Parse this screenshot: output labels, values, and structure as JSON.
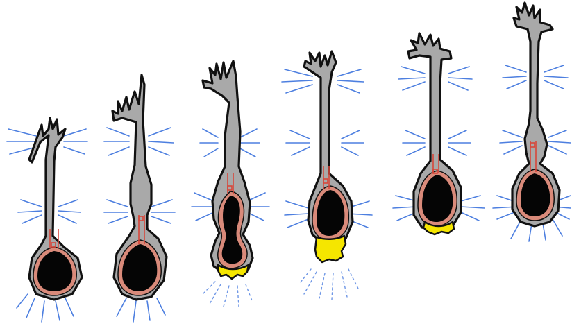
{
  "diagram": {
    "stage_count": 6,
    "colors": {
      "cell_body": "#a9a9a9",
      "outline": "#111111",
      "membrane": "#d98a7a",
      "core": "#050505",
      "extrusion": "#f5e600",
      "rays": "#4d7fe0",
      "red_marks": "#d8463a"
    },
    "stages": [
      {
        "id": 1,
        "extrusion": "none"
      },
      {
        "id": 2,
        "extrusion": "none"
      },
      {
        "id": 3,
        "extrusion": "small-yellow-bleb"
      },
      {
        "id": 4,
        "extrusion": "large-yellow-bleb"
      },
      {
        "id": 5,
        "extrusion": "small-yellow-bleb"
      },
      {
        "id": 6,
        "extrusion": "none"
      }
    ]
  }
}
